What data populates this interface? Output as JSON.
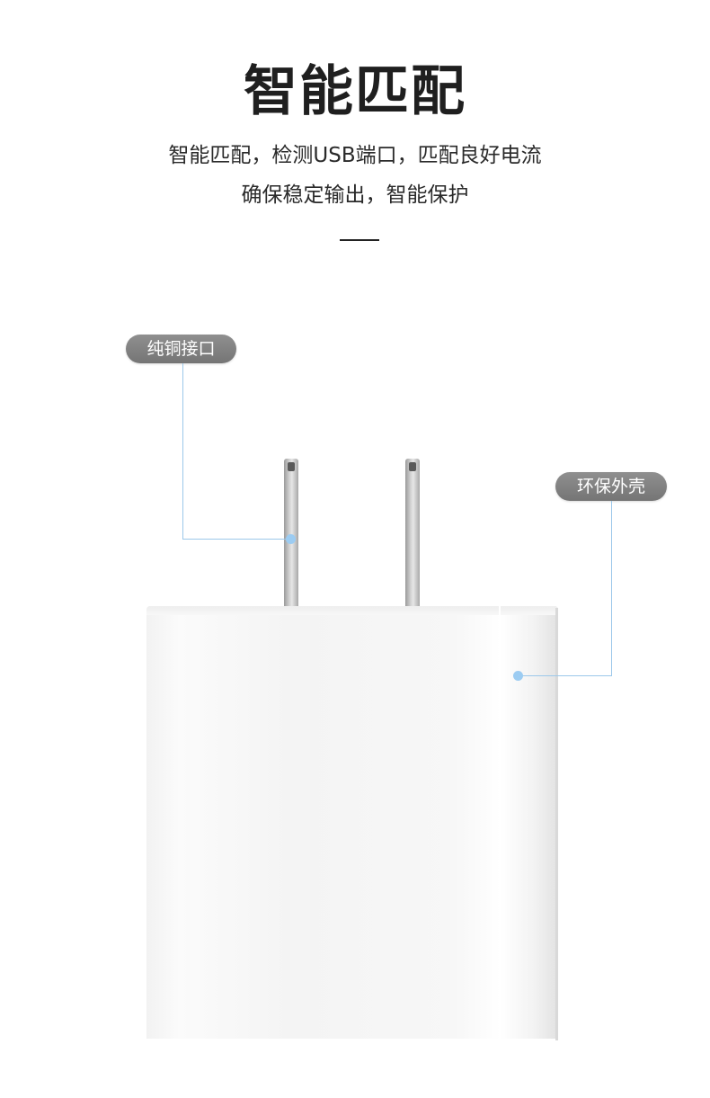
{
  "header": {
    "title": "智能匹配",
    "subtitle_line1": "智能匹配，检测USB端口，匹配良好电流",
    "subtitle_line2": "确保稳定输出，智能保护"
  },
  "callouts": {
    "copper_interface": "纯铜接口",
    "eco_shell": "环保外壳"
  },
  "colors": {
    "callout_bg": "#7f7f7f",
    "leader_line": "#9cc8ea",
    "title_text": "#1f1f1f"
  }
}
